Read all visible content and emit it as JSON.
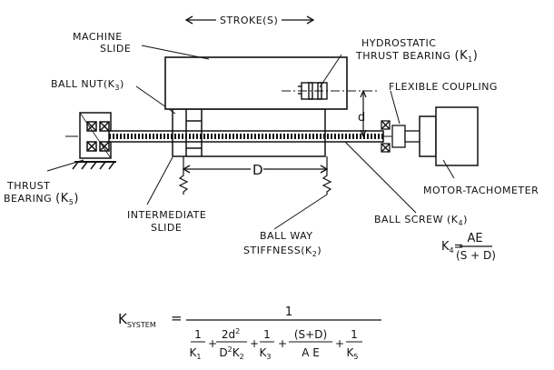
{
  "diagram": {
    "stroke_label": "STROKE(S)",
    "machine_slide": [
      "MACHINE",
      "SLIDE"
    ],
    "hydrostatic": [
      "HYDROSTATIC",
      "THRUST BEARING",
      "(K",
      "1",
      ")"
    ],
    "ball_nut": [
      "BALL NUT(K",
      "3",
      ")"
    ],
    "flexible_coupling": "FLEXIBLE COUPLING",
    "thrust_bearing": [
      "THRUST",
      "BEARING",
      "(K",
      "5",
      ")"
    ],
    "motor_tachometer": "MOTOR-TACHOMETER",
    "intermediate_slide": [
      "INTERMEDIATE",
      "SLIDE"
    ],
    "ball_screw": [
      "BALL SCREW (K",
      "4",
      ")"
    ],
    "ball_way": [
      "BALL WAY",
      "STIFFNESS(K",
      "2",
      ")"
    ],
    "dim_D": "D",
    "dim_d": "d",
    "k4_formula": {
      "lhs": "K",
      "lhs_sub": "4",
      "eq": "=",
      "num": "AE",
      "den": "(S + D)"
    }
  },
  "system_formula": {
    "lhs": "K",
    "lhs_sub": "SYSTEM",
    "eq": "=",
    "numerator": "1",
    "terms": [
      {
        "num": "1",
        "den": "K",
        "den_sub": "1"
      },
      {
        "num": "2d",
        "num_sup": "2",
        "den": "D",
        "den_sup": "2",
        "den2": "K",
        "den2_sub": "2"
      },
      {
        "num": "1",
        "den": "K",
        "den_sub": "3"
      },
      {
        "num": "(S+D)",
        "den": "A E"
      },
      {
        "num": "1",
        "den": "K",
        "den_sub": "5"
      }
    ],
    "plus": "+"
  }
}
